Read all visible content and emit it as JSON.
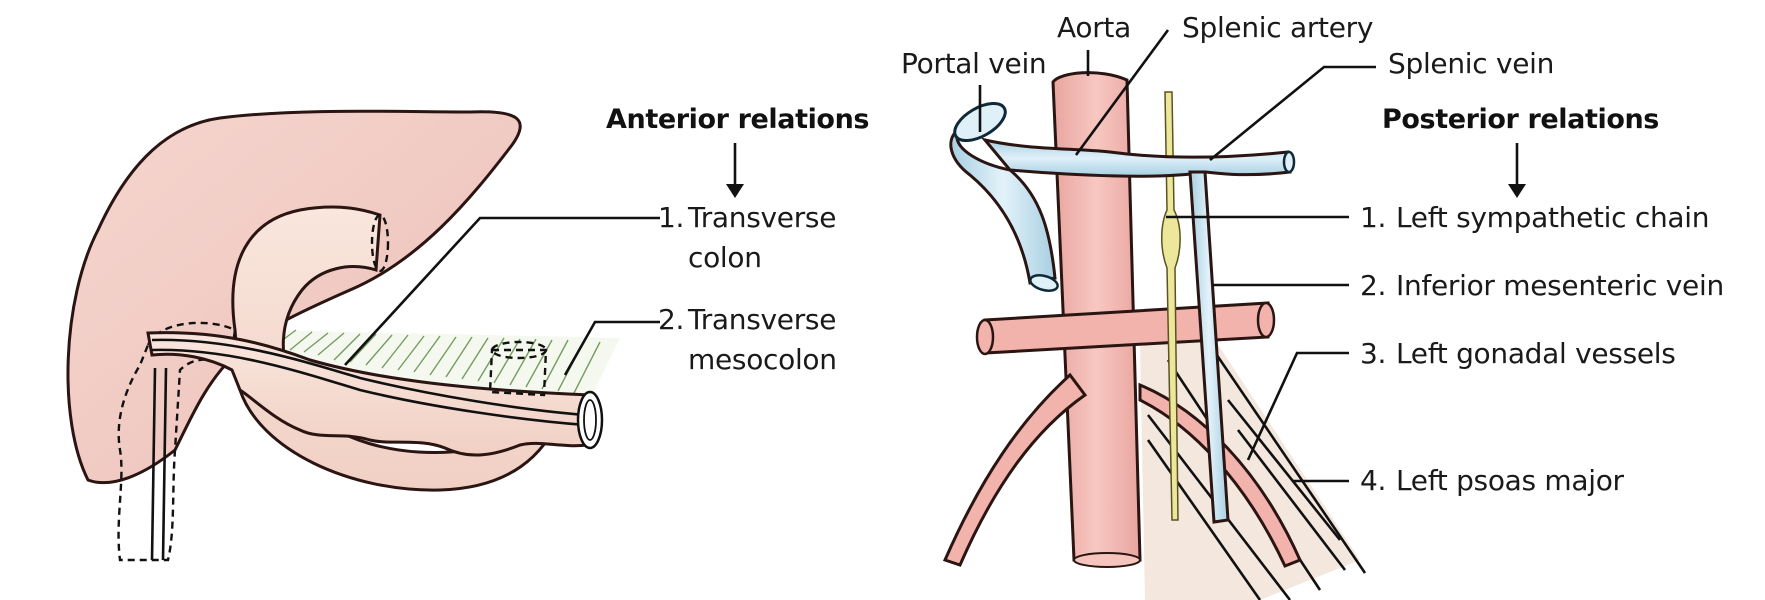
{
  "left_panel": {
    "heading": "Anterior relations",
    "items": [
      {
        "number": "1.",
        "line1": "Transverse",
        "line2": "colon"
      },
      {
        "number": "2.",
        "line1": "Transverse",
        "line2": "mesocolon"
      }
    ]
  },
  "right_panel": {
    "heading": "Posterior relations",
    "top_labels": {
      "portal_vein": "Portal vein",
      "aorta": "Aorta",
      "splenic_artery": "Splenic artery",
      "splenic_vein": "Splenic vein"
    },
    "items": [
      {
        "number": "1.",
        "text": "Left sympathetic chain"
      },
      {
        "number": "2.",
        "text": "Inferior mesenteric vein"
      },
      {
        "number": "3.",
        "text": "Left gonadal vessels"
      },
      {
        "number": "4.",
        "text": "Left psoas major"
      }
    ]
  },
  "colors": {
    "liver": "#f1cdc6",
    "colon": "#f6ddd3",
    "artery": "#f2b3ad",
    "vein": "#c9e4f2",
    "nerve": "#ece79a",
    "muscle": "#f3e6da",
    "mesocolon_hatch": "#6a8f52"
  }
}
